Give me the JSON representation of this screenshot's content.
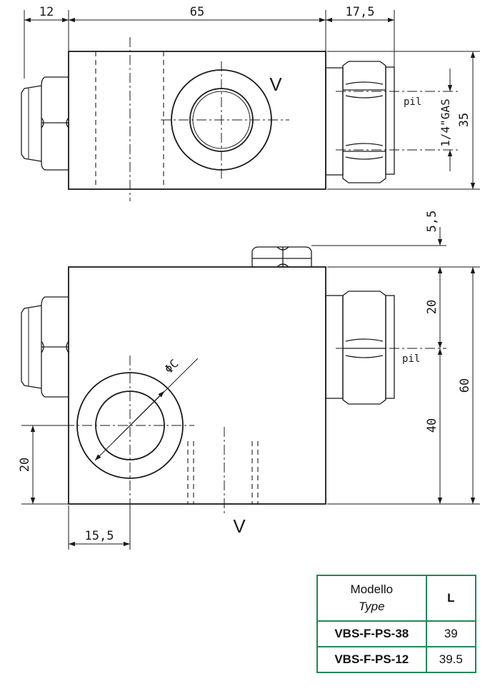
{
  "top_view": {
    "dims": {
      "left_plug": "12",
      "body_length": "65",
      "pilot_fitting": "17,5",
      "height": "35"
    },
    "port_label": "V",
    "pilot_label": "pil",
    "thread_label": "1/4\"GAS"
  },
  "front_view": {
    "dims": {
      "plug_height": "5,5",
      "pilot_offset": "20",
      "body_height": "60",
      "lower_height": "40",
      "port_height": "20",
      "port_offset": "15,5"
    },
    "diameter_label": "ΦC",
    "port_label": "V",
    "pilot_label": "pil"
  },
  "table": {
    "header_model": "Modello",
    "header_type": "Type",
    "header_l": "L",
    "rows": [
      {
        "model": "VBS-F-PS-38",
        "l": "39"
      },
      {
        "model": "VBS-F-PS-12",
        "l": "39.5"
      }
    ]
  },
  "colors": {
    "table_border": "#1f8a56",
    "line": "#1a1a1a"
  }
}
